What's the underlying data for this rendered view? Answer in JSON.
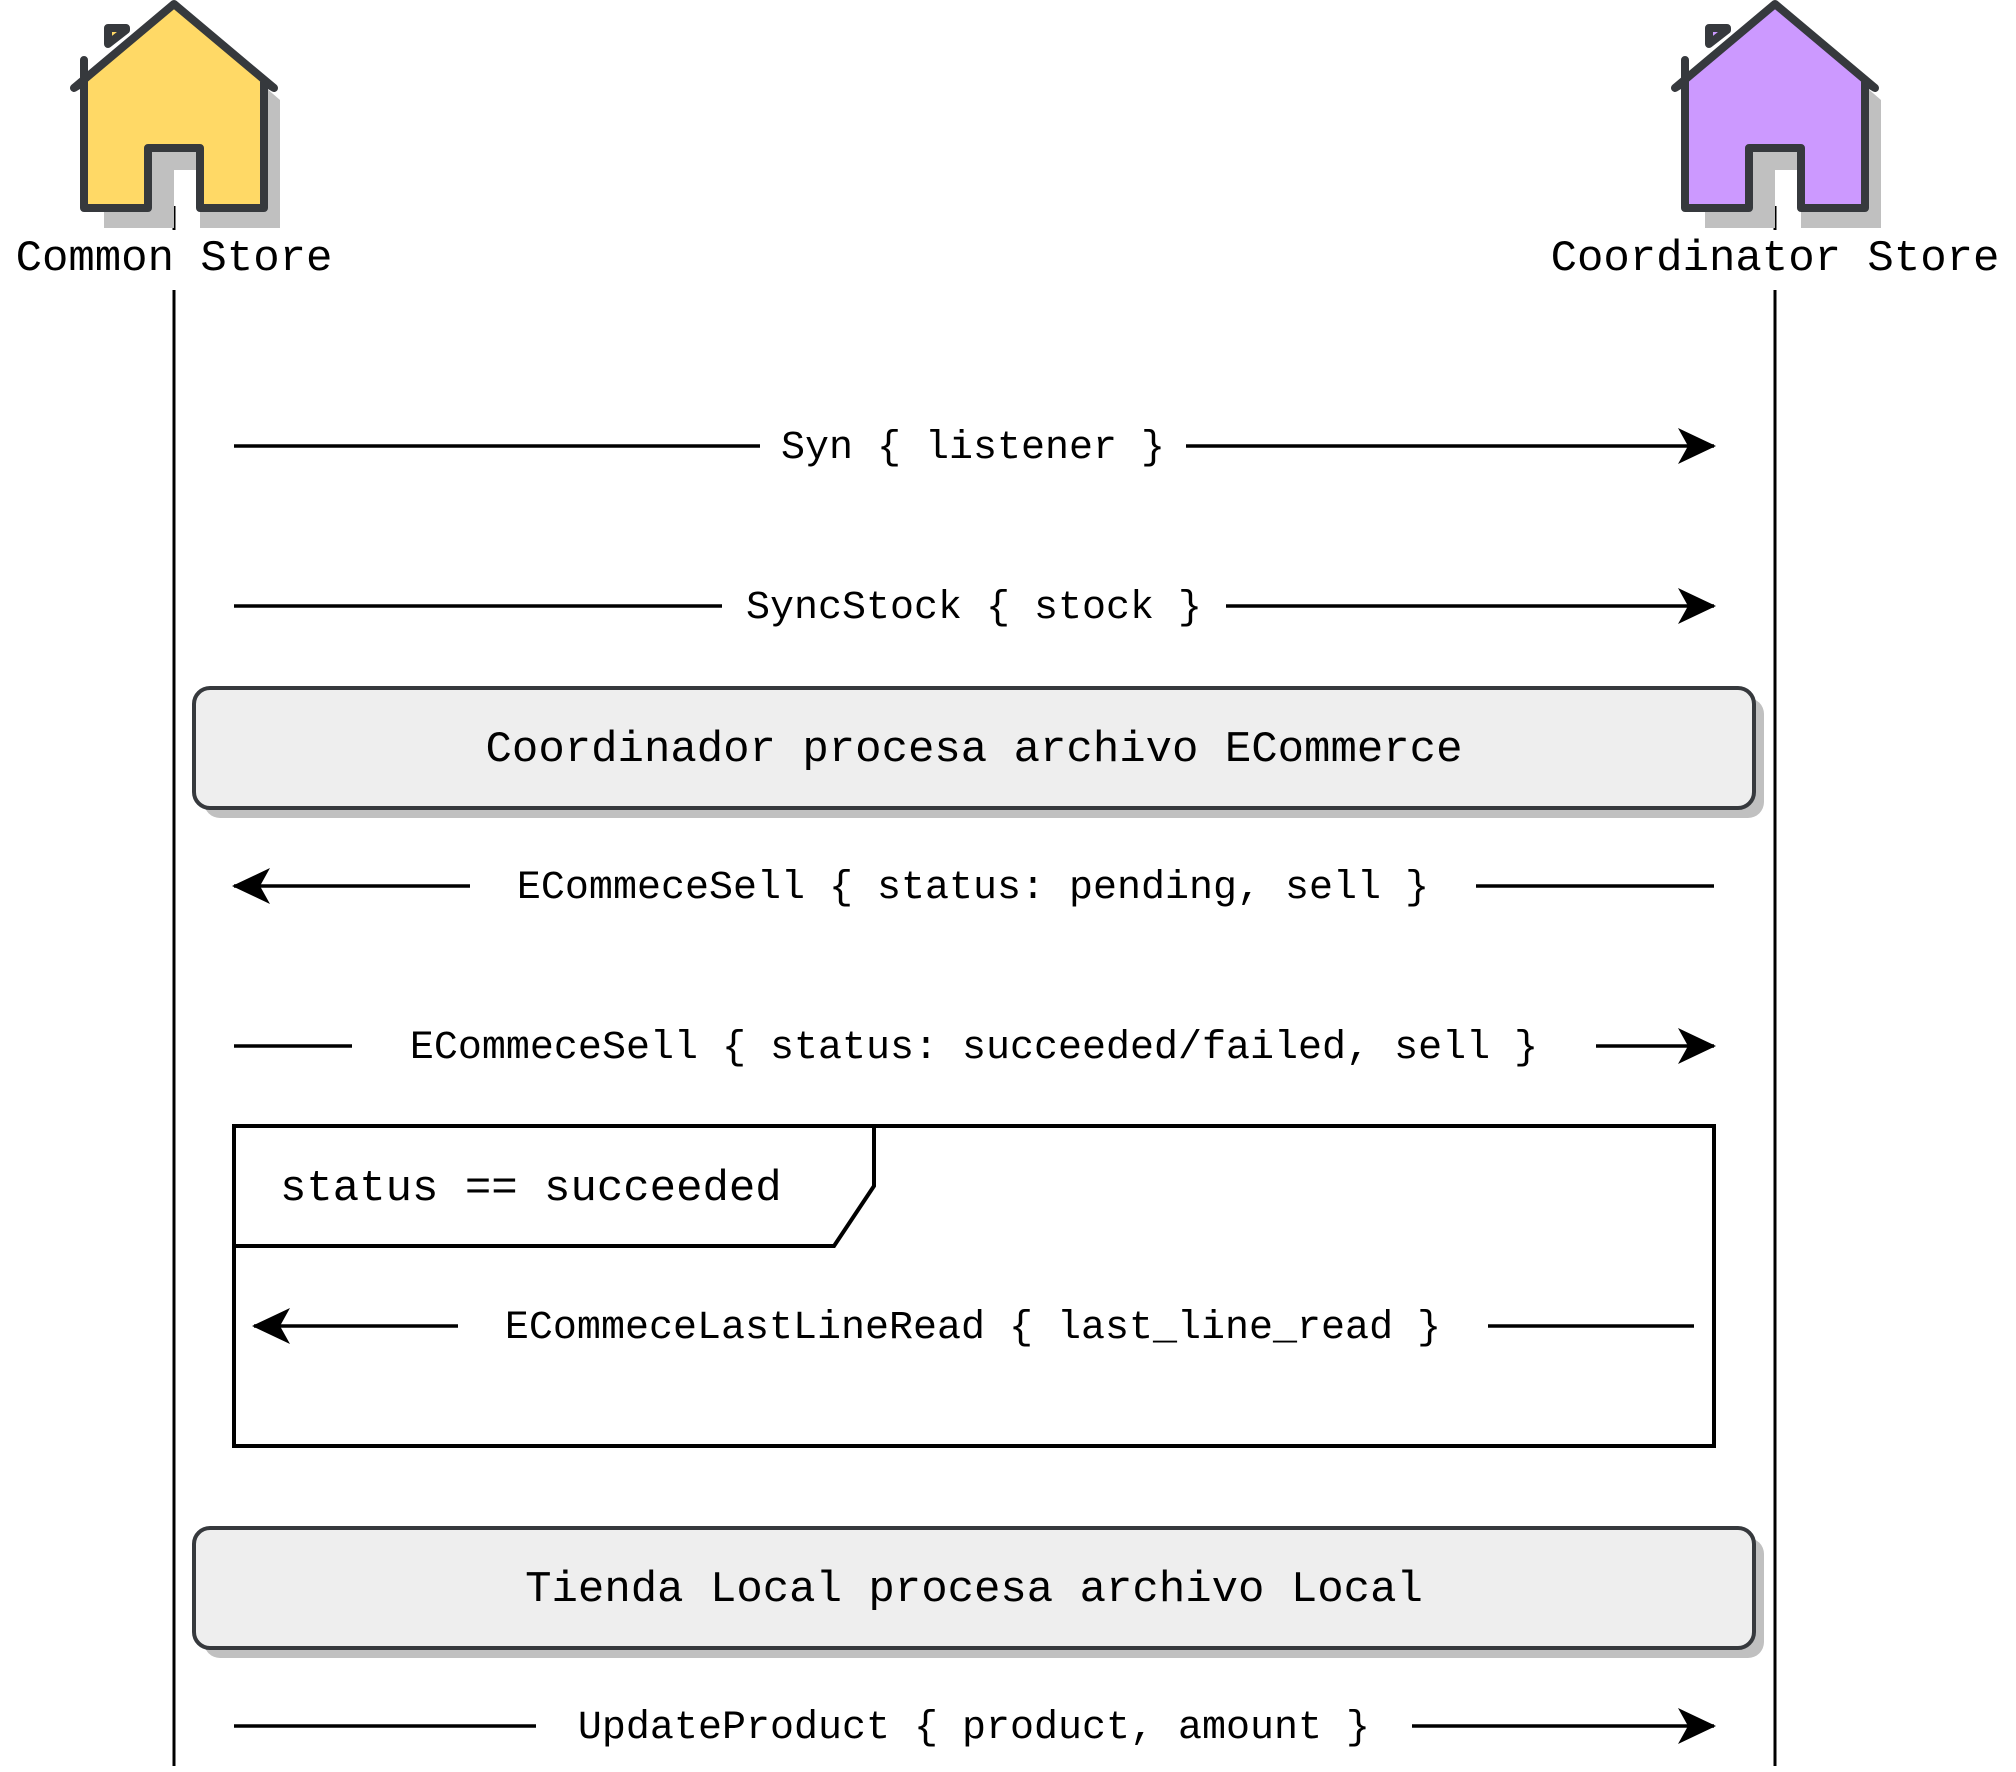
{
  "participants": {
    "left": {
      "label": "Common Store",
      "icon": "house-icon",
      "fill": "#FFD966"
    },
    "right": {
      "label": "Coordinator Store",
      "icon": "house-icon",
      "fill": "#CC99FF"
    }
  },
  "colors": {
    "line": "#000000",
    "house_stroke": "#36393D",
    "note_fill": "#EEEEEE",
    "note_stroke": "#36393D",
    "shadow": "#C0C0C0"
  },
  "messages": [
    {
      "text": "Syn { listener }",
      "direction": "right"
    },
    {
      "text": "SyncStock { stock }",
      "direction": "right"
    },
    {
      "text": "ECommeceSell { status: pending, sell }",
      "direction": "left"
    },
    {
      "text": "ECommeceSell { status: succeeded/failed, sell }",
      "direction": "right"
    },
    {
      "text": "ECommeceLastLineRead { last_line_read }",
      "direction": "left"
    },
    {
      "text": "UpdateProduct { product, amount }",
      "direction": "right"
    }
  ],
  "notes": [
    {
      "text": "Coordinador procesa archivo ECommerce"
    },
    {
      "text": "Tienda Local procesa archivo Local"
    }
  ],
  "fragment": {
    "condition": "status == succeeded"
  }
}
